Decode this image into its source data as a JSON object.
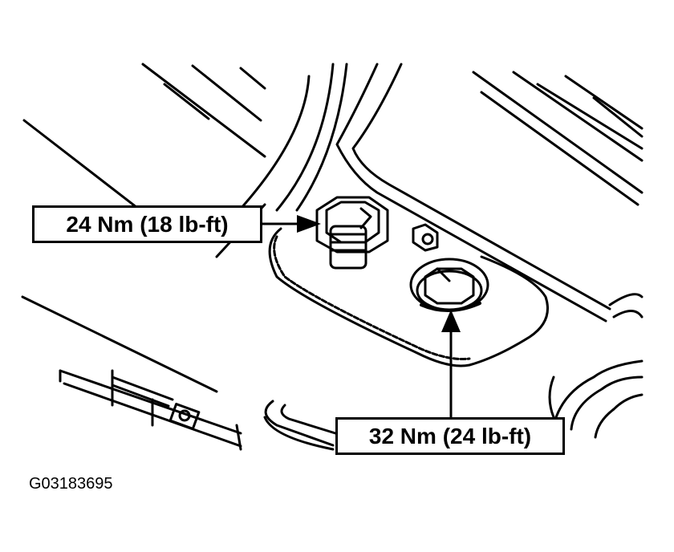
{
  "callouts": {
    "left_bolt_torque": "24 Nm (18 lb-ft)",
    "right_bolt_torque": "32 Nm (24 lb-ft)"
  },
  "figure_id": "G03183695",
  "colors": {
    "ink": "#000000",
    "paper": "#ffffff"
  }
}
